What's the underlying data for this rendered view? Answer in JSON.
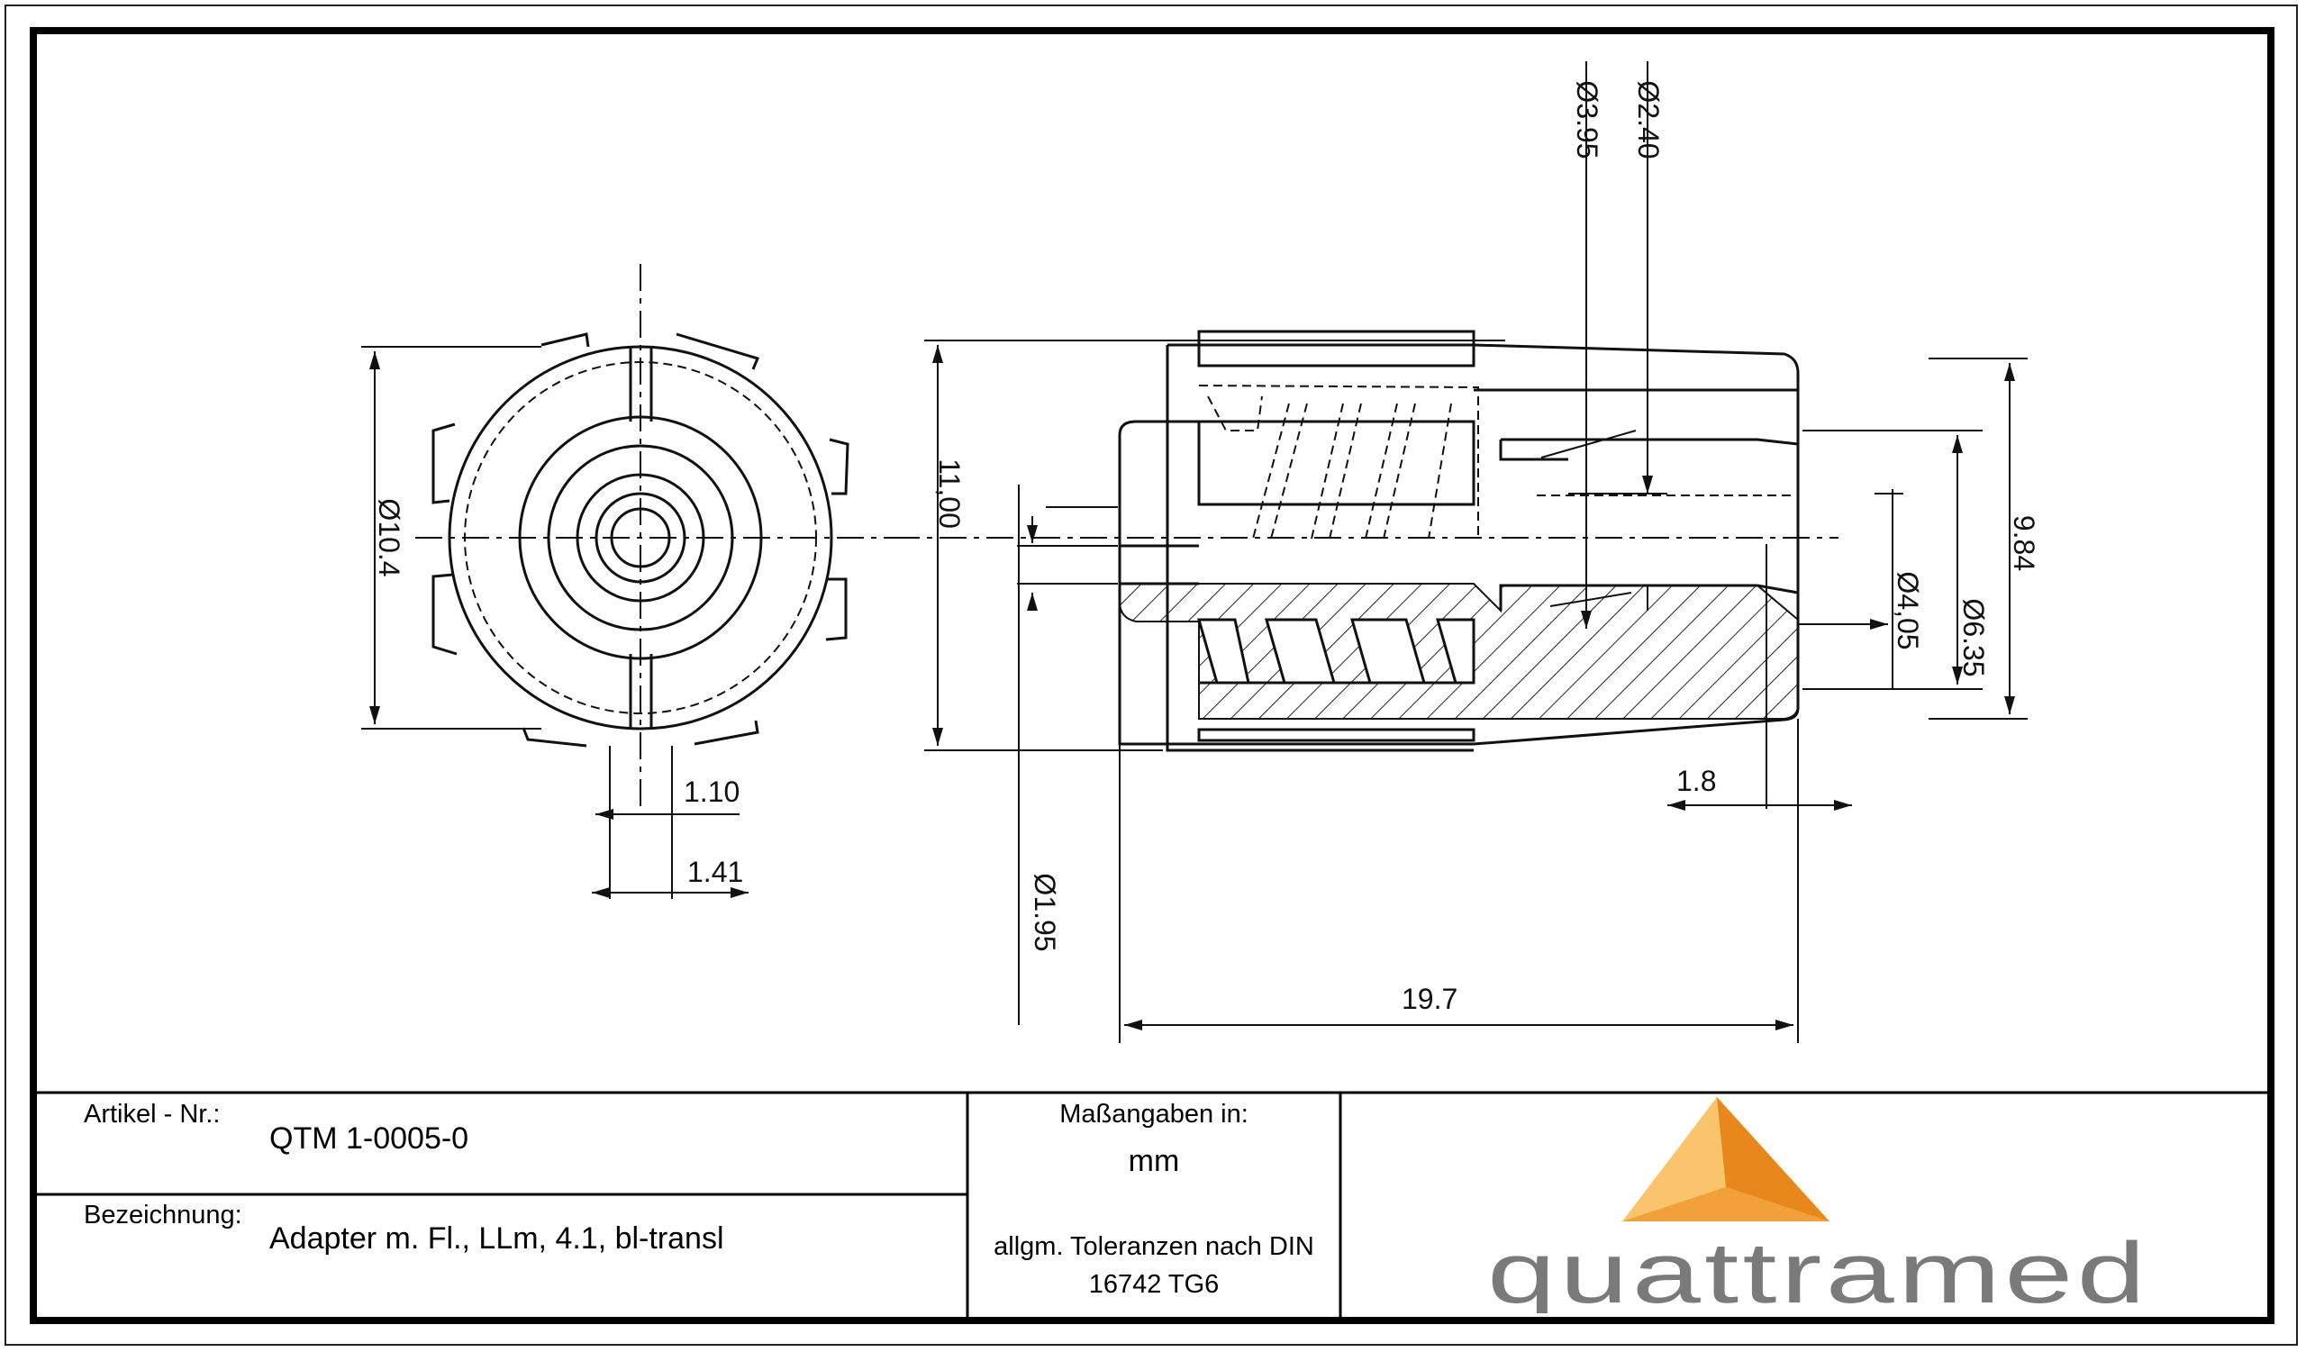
{
  "drawing": {
    "dimensions": {
      "d_flange": "Ø10.4",
      "slot_inner": "1.10",
      "slot_outer": "1.41",
      "height": "11,00",
      "d_395": "Ø3.95",
      "d_240": "Ø2.40",
      "d_195": "Ø1.95",
      "d_405": "Ø4,05",
      "d_635": "Ø6.35",
      "d_984": "9.84",
      "len_18": "1.8",
      "len_197": "19.7"
    }
  },
  "titleblock": {
    "artikel_label": "Artikel - Nr.:",
    "artikel_value": "QTM 1-0005-0",
    "bezeichnung_label": "Bezeichnung:",
    "bezeichnung_value": "Adapter m. Fl., LLm, 4.1, bl-transl",
    "units_label": "Maßangaben in:",
    "units_value": "mm",
    "tolerance_line1": "allgm. Toleranzen nach DIN",
    "tolerance_line2": "16742 TG6",
    "logo_text": "quattramed",
    "logo_colors": {
      "light": "#F9C46B",
      "mid": "#F2A13A",
      "dark": "#E8881C",
      "text": "#7A7A7A"
    }
  }
}
